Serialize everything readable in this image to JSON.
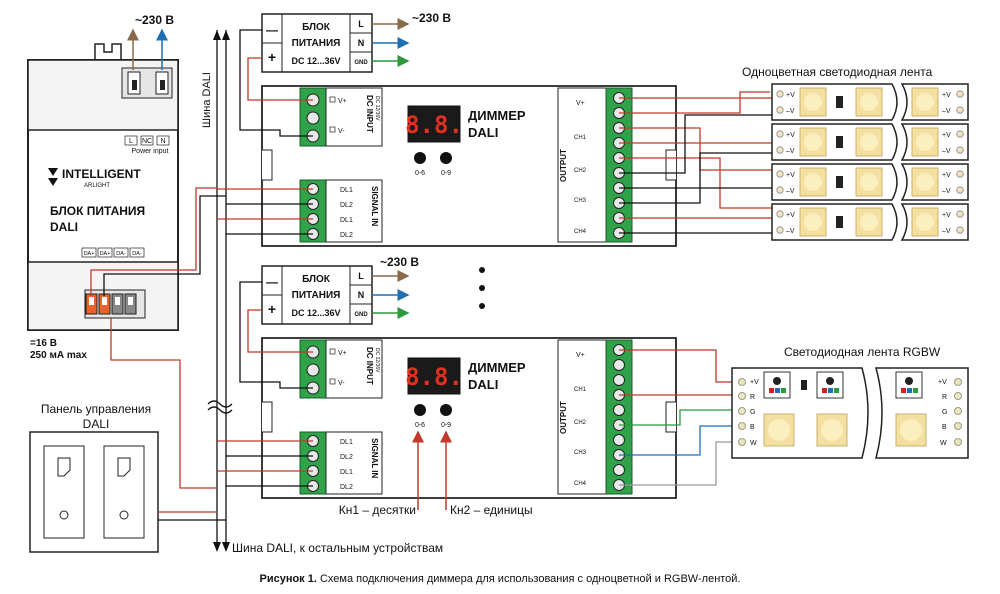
{
  "top_supply_label": "~230 В",
  "mid_supply_label": "~230 В",
  "dali_bus_vertical_label": "Шина DALI",
  "dali_psu": {
    "brand": "INTELLIGENT",
    "brand_sub": "ARLIGHT",
    "title_line1": "БЛОК ПИТАНИЯ",
    "title_line2": "DALI",
    "power_input_label": "Power input",
    "power_terminals": [
      "L",
      "NC",
      "N"
    ],
    "dali_terminals": [
      "DA+",
      "DA+",
      "DA-",
      "DA-"
    ],
    "output_line1": "=16 В",
    "output_line2": "250 мА max"
  },
  "psu_unit_1": {
    "line1": "БЛОК",
    "line2": "ПИТАНИЯ",
    "line3": "DC 12...36V",
    "minus": "—",
    "plus": "+",
    "terminals": [
      "L",
      "N",
      "GND"
    ]
  },
  "psu_unit_2": {
    "line1": "БЛОК",
    "line2": "ПИТАНИЯ",
    "line3": "DC 12...36V",
    "minus": "—",
    "plus": "+",
    "terminals": [
      "L",
      "N",
      "GND"
    ]
  },
  "dimmer_1": {
    "title_line1": "ДИММЕР",
    "title_line2": "DALI",
    "display": "8.8.",
    "btn1": "0-6",
    "btn2": "0-9",
    "dc_input": "DC INPUT",
    "dc_input_sub": "DC 12/36V",
    "dc_terms": [
      "V+",
      "V-"
    ],
    "signal_in": "SIGNAL IN",
    "signal_terms": [
      "DL1",
      "DL2",
      "DL1",
      "DL2"
    ],
    "output": "OUTPUT",
    "output_terms": [
      "V+",
      "CH1",
      "CH2",
      "CH3",
      "CH4"
    ]
  },
  "dimmer_2": {
    "title_line1": "ДИММЕР",
    "title_line2": "DALI",
    "display": "8.8.",
    "btn1": "0-6",
    "btn2": "0-9",
    "dc_input": "DC INPUT",
    "dc_input_sub": "DC 12/36V",
    "dc_terms": [
      "V+",
      "V-"
    ],
    "signal_in": "SIGNAL IN",
    "signal_terms": [
      "DL1",
      "DL2",
      "DL1",
      "DL2"
    ],
    "output": "OUTPUT",
    "output_terms": [
      "V+",
      "CH1",
      "CH2",
      "CH3",
      "CH4"
    ]
  },
  "mono_strip_title": "Одноцветная светодиодная лента",
  "mono_strip_terms": [
    "+V",
    "–V"
  ],
  "rgbw_strip_title": "Светодиодная лента RGBW",
  "rgbw_strip_terms": [
    "+V",
    "R",
    "G",
    "B",
    "W"
  ],
  "panel_title_line1": "Панель управления",
  "panel_title_line2": "DALI",
  "btn1_caption": "Кн1 – десятки",
  "btn2_caption": "Кн2 – единицы",
  "bus_bottom_label": "Шина DALI, к остальным устройствам",
  "figure_caption_bold": "Рисунок 1.",
  "figure_caption_rest": " Схема подключения диммера для использования с одноцветной и RGBW-лентой."
}
